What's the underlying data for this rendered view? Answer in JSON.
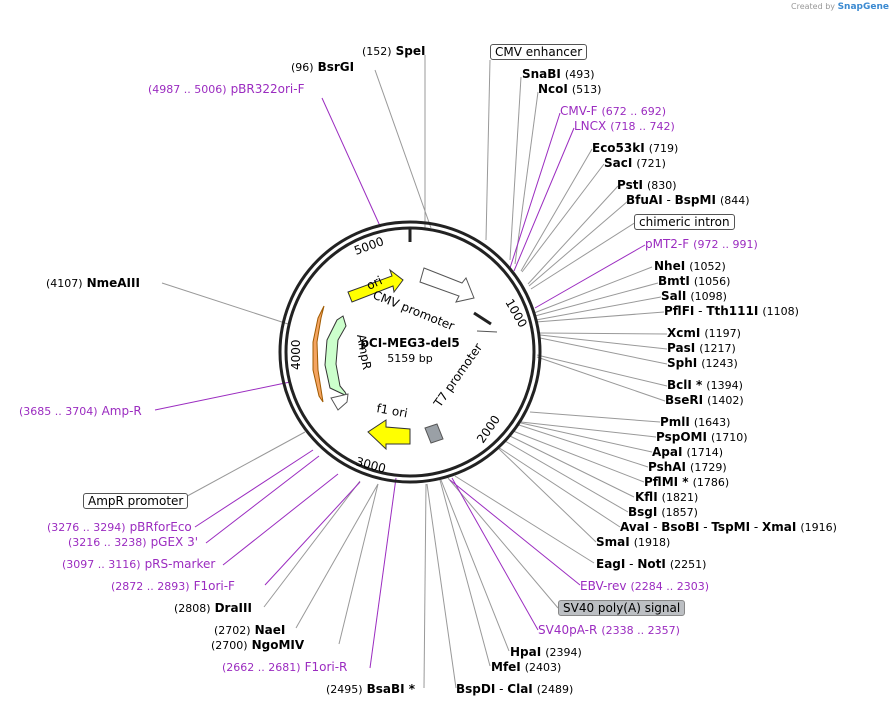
{
  "credit": {
    "prefix": "Created by",
    "brand": "SnapGene"
  },
  "plasmid": {
    "name": "pCI-MEG3-del5",
    "size": "5159 bp"
  },
  "ticks": [
    "1000",
    "2000",
    "3000",
    "4000",
    "5000"
  ],
  "features": {
    "cmv_promoter": "CMV promoter",
    "t7_promoter": "T7 promoter",
    "f1_ori": "f1 ori",
    "ampr": "AmpR",
    "ori": "ori"
  },
  "labels": {
    "speI": {
      "pos": "(152)",
      "name": "SpeI"
    },
    "bsrGI": {
      "pos": "(96)",
      "name": "BsrGI"
    },
    "pBR322ori_F": {
      "name": "pBR322ori-F",
      "pos": "(4987 .. 5006)"
    },
    "cmv_enhancer": {
      "name": "CMV enhancer"
    },
    "snaBI": {
      "name": "SnaBI",
      "pos": "(493)"
    },
    "ncoI": {
      "name": "NcoI",
      "pos": "(513)"
    },
    "cmv_F": {
      "name": "CMV-F",
      "pos": "(672 .. 692)"
    },
    "lncx": {
      "name": "LNCX",
      "pos": "(718 .. 742)"
    },
    "eco53kI": {
      "name": "Eco53kI",
      "pos": "(719)"
    },
    "sacI": {
      "name": "SacI",
      "pos": "(721)"
    },
    "pstI": {
      "name": "PstI",
      "pos": "(830)"
    },
    "bfuAI": {
      "name": "BfuAI",
      "sep": " - ",
      "name2": "BspMI",
      "pos": "(844)"
    },
    "chimeric_intron": {
      "name": "chimeric intron"
    },
    "pMT2_F": {
      "name": "pMT2-F",
      "pos": "(972 .. 991)"
    },
    "nheI": {
      "name": "NheI",
      "pos": "(1052)"
    },
    "bmtI": {
      "name": "BmtI",
      "pos": "(1056)"
    },
    "salI": {
      "name": "SalI",
      "pos": "(1098)"
    },
    "pflFI": {
      "name": "PflFI",
      "sep": " - ",
      "name2": "Tth111I",
      "pos": "(1108)"
    },
    "xcmI": {
      "name": "XcmI",
      "pos": "(1197)"
    },
    "pasI": {
      "name": "PasI",
      "pos": "(1217)"
    },
    "sphI": {
      "name": "SphI",
      "pos": "(1243)"
    },
    "bclI": {
      "name": "BclI *",
      "pos": "(1394)"
    },
    "bseRI": {
      "name": "BseRI",
      "pos": "(1402)"
    },
    "pmlI": {
      "name": "PmlI",
      "pos": "(1643)"
    },
    "pspOMI": {
      "name": "PspOMI",
      "pos": "(1710)"
    },
    "apaI": {
      "name": "ApaI",
      "pos": "(1714)"
    },
    "pshAI": {
      "name": "PshAI",
      "pos": "(1729)"
    },
    "pflMI": {
      "name": "PflMI *",
      "pos": "(1786)"
    },
    "kflI": {
      "name": "KflI",
      "pos": "(1821)"
    },
    "bsgI": {
      "name": "BsgI",
      "pos": "(1857)"
    },
    "avaI": {
      "name": "AvaI",
      "sep": " - ",
      "name2": "BsoBI",
      "sep2": " - ",
      "name3": "TspMI",
      "sep3": " - ",
      "name4": "XmaI",
      "pos": "(1916)"
    },
    "smaI": {
      "name": "SmaI",
      "pos": "(1918)"
    },
    "eagI": {
      "name": "EagI",
      "sep": " - ",
      "name2": "NotI",
      "pos": "(2251)"
    },
    "ebv_rev": {
      "name": "EBV-rev",
      "pos": "(2284 .. 2303)"
    },
    "sv40_polyA": {
      "name": "SV40 poly(A) signal"
    },
    "sv40pA_R": {
      "name": "SV40pA-R",
      "pos": "(2338 .. 2357)"
    },
    "hpaI": {
      "name": "HpaI",
      "pos": "(2394)"
    },
    "mfeI": {
      "name": "MfeI",
      "pos": "(2403)"
    },
    "bspDI": {
      "name": "BspDI",
      "sep": " - ",
      "name2": "ClaI",
      "pos": "(2489)"
    },
    "bsaBI": {
      "pos": "(2495)",
      "name": "BsaBI *"
    },
    "f1ori_R": {
      "pos": "(2662 .. 2681)",
      "name": "F1ori-R"
    },
    "ngoMIV": {
      "pos": "(2700)",
      "name": "NgoMIV"
    },
    "naeI": {
      "pos": "(2702)",
      "name": "NaeI"
    },
    "draIII": {
      "pos": "(2808)",
      "name": "DraIII"
    },
    "f1ori_F": {
      "pos": "(2872 .. 2893)",
      "name": "F1ori-F"
    },
    "pRS_marker": {
      "pos": "(3097 .. 3116)",
      "name": "pRS-marker"
    },
    "pGEX3": {
      "pos": "(3216 .. 3238)",
      "name": "pGEX 3'"
    },
    "pBRforEco": {
      "pos": "(3276 .. 3294)",
      "name": "pBRforEco"
    },
    "ampR_promoter": {
      "name": "AmpR promoter"
    },
    "ampR": {
      "pos": "(3685 .. 3704)",
      "name": "Amp-R"
    },
    "nmeAIII": {
      "pos": "(4107)",
      "name": "NmeAIII"
    }
  },
  "colors": {
    "primer": "#9b2cc0",
    "ori": "#ffff00",
    "ampr": "#ccffcc",
    "f1_ori": "#ffff00",
    "promoter": "#ffffff",
    "ampr_promoter": "#ffffff",
    "backbone": "#222222"
  }
}
